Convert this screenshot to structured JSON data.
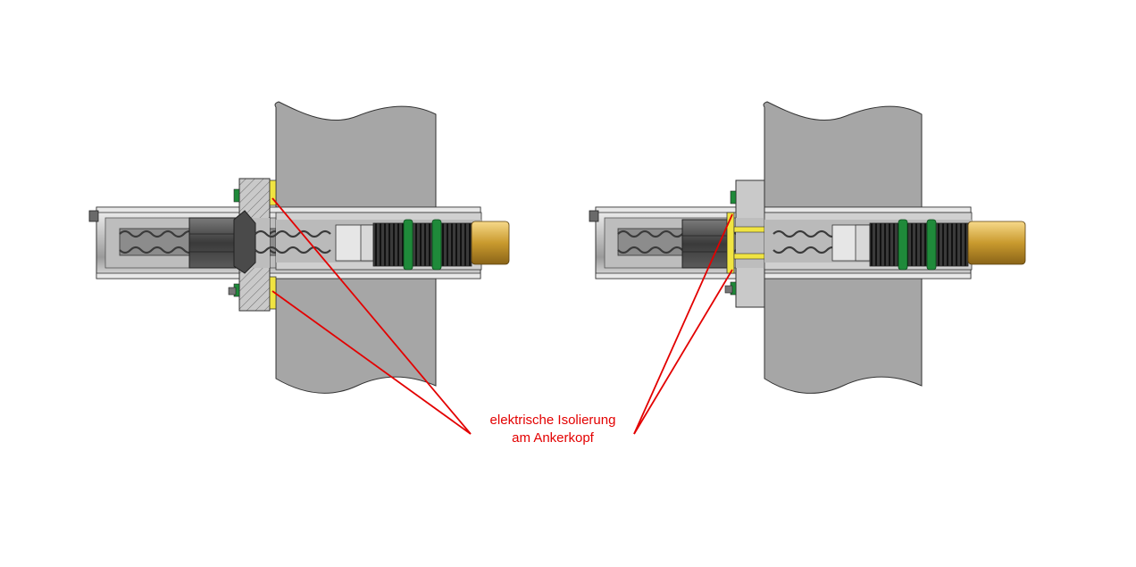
{
  "callout": {
    "line1": "elektrische Isolierung",
    "line2": "am Ankerkopf"
  },
  "colors": {
    "concrete": "#a6a6a6",
    "plate": "#c9c9c9",
    "tube": "#d4d4d4",
    "nut": "#505050",
    "thread": "#7a7a7a",
    "insulation": "#f0e442",
    "sealRing": "#1f8a3a",
    "corrugation": "#2a2a2a",
    "brass": "#d9a93a",
    "callout": "#e30000"
  },
  "icons": [
    "anchor-head-cross-section",
    "anchor-head-cross-section-variant"
  ]
}
